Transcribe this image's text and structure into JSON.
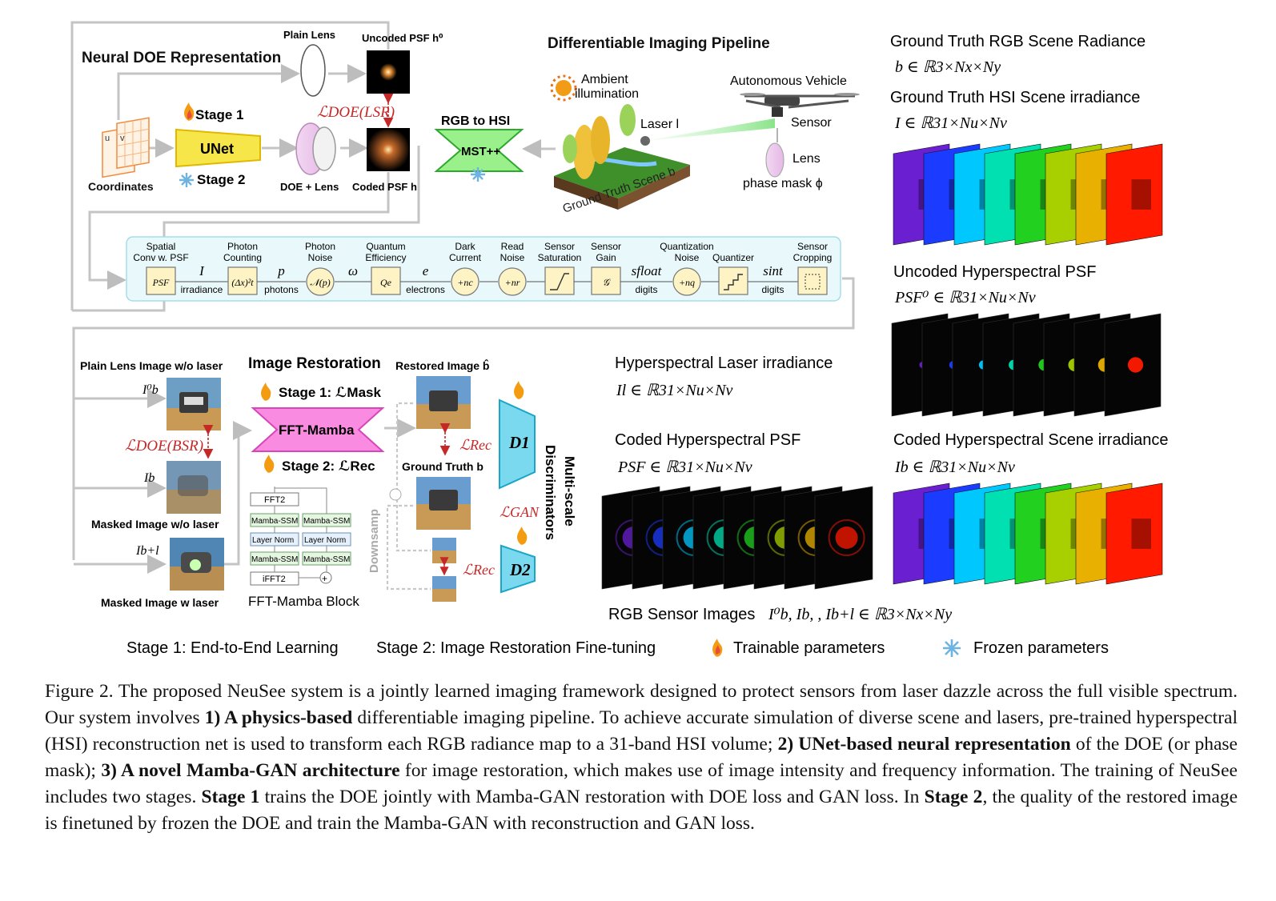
{
  "figure": {
    "neural_doe": {
      "title": "Neural DOE Representation",
      "coordinates": "Coordinates",
      "coord_u": "u",
      "coord_v": "v",
      "plain_lens": "Plain Lens",
      "uncoded_psf": "Uncoded PSF h⁰",
      "stage1": "Stage 1",
      "stage2": "Stage 2",
      "unet": "UNet",
      "doe_lens": "DOE + Lens",
      "coded_psf": "Coded PSF h",
      "loss_doe_lsr": "ℒDOE(LSR)",
      "rgb_to_hsi": "RGB to HSI",
      "mst": "MST++"
    },
    "pipeline": {
      "title": "Differentiable Imaging Pipeline",
      "ambient": "Ambient",
      "illumination": "illumination",
      "laser": "Laser l",
      "ground_truth_scene": "Ground Truth Scene b",
      "autonomous_vehicle": "Autonomous Vehicle",
      "sensor": "Sensor",
      "lens": "Lens",
      "phase_mask": "phase mask ϕ"
    },
    "sensor_chain": {
      "stages": [
        {
          "top1": "Spatial",
          "top2": "Conv w. PSF",
          "box": "PSF"
        },
        {
          "top1": "Photon",
          "top2": "Counting",
          "box": "(Δx)²t"
        },
        {
          "top1": "Photon",
          "top2": "Noise",
          "box": "𝒩(p)"
        },
        {
          "top1": "Quantum",
          "top2": "Efficiency",
          "box": "Qe"
        },
        {
          "top1": "Dark",
          "top2": "Current",
          "box": "+nc"
        },
        {
          "top1": "Read",
          "top2": "Noise",
          "box": "+nr"
        },
        {
          "top1": "Sensor",
          "top2": "Saturation",
          "box": ""
        },
        {
          "top1": "Sensor",
          "top2": "Gain",
          "box": "𝒢"
        },
        {
          "top1": "Quantization",
          "top2": "Noise",
          "box": "+nq"
        },
        {
          "top1": "",
          "top2": "Quantizer",
          "box": ""
        },
        {
          "top1": "Sensor",
          "top2": "Cropping",
          "box": ""
        }
      ],
      "signals": [
        {
          "sym": "I",
          "sub": "irradiance"
        },
        {
          "sym": "p",
          "sub": "photons"
        },
        {
          "sym": "ω",
          "sub": ""
        },
        {
          "sym": "e",
          "sub": "electrons"
        },
        {
          "sym": "",
          "sub": ""
        },
        {
          "sym": "",
          "sub": ""
        },
        {
          "sym": "",
          "sub": ""
        },
        {
          "sym": "sfloat",
          "sub": "digits"
        },
        {
          "sym": "",
          "sub": ""
        },
        {
          "sym": "sint",
          "sub": "digits"
        }
      ]
    },
    "restoration": {
      "title": "Image Restoration",
      "plain_lens_image": "Plain Lens Image w/o laser",
      "ib0": "I⁰b",
      "ib": "Ib",
      "ibl": "Ib+l",
      "masked_wo": "Masked Image w/o laser",
      "masked_w": "Masked Image w laser",
      "loss_doe_bsr": "ℒDOE(BSR)",
      "stage1": "Stage 1: ℒMask",
      "stage2": "Stage 2: ℒRec",
      "fft_mamba": "FFT-Mamba",
      "block_caption": "FFT-Mamba Block",
      "fft2": "FFT2",
      "mamba_ssm": "Mamba-SSM",
      "layer_norm": "Layer Norm",
      "ifft2": "iFFT2",
      "restored": "Restored Image b̂",
      "ground_truth": "Ground Truth b",
      "downsamp": "Downsamp",
      "loss_rec": "ℒRec",
      "loss_gan": "ℒGAN",
      "d1": "D1",
      "d2": "D2",
      "multiscale_1": "Multi-scale",
      "multiscale_2": "Discriminators"
    },
    "right": {
      "gt_rgb_title": "Ground Truth RGB Scene Radiance",
      "gt_rgb_eq": "b ∈ ℝ3×Nx×Ny",
      "gt_hsi_title": "Ground Truth HSI Scene irradiance",
      "gt_hsi_eq": "I ∈ ℝ31×Nu×Nv",
      "uncoded_title": "Uncoded Hyperspectral PSF",
      "uncoded_eq": "PSF⁰ ∈ ℝ31×Nu×Nv",
      "laser_title": "Hyperspectral Laser irradiance",
      "laser_eq": "Il ∈ ℝ31×Nu×Nv",
      "coded_psf_title": "Coded Hyperspectral PSF",
      "coded_psf_eq": "PSF ∈ ℝ31×Nu×Nv",
      "coded_scene_title": "Coded Hyperspectral Scene irradiance",
      "coded_scene_eq": "Ib ∈ ℝ31×Nu×Nv",
      "rgb_sensor": "RGB Sensor Images",
      "rgb_sensor_eq": "I⁰b, Ib, , Ib+l ∈ ℝ3×Nx×Ny",
      "band_colors": [
        "#6a1fd0",
        "#1b3cff",
        "#00c8ff",
        "#00e0b0",
        "#22d020",
        "#a8d000",
        "#e8b000",
        "#ff1a00"
      ]
    },
    "legend": {
      "stage1": "Stage 1: End-to-End Learning",
      "stage2": "Stage 2: Image Restoration Fine-tuning",
      "trainable": "Trainable parameters",
      "frozen": "Frozen parameters"
    }
  },
  "caption": {
    "label": "Figure 2.",
    "s1": " The proposed NeuSee system is a jointly learned imaging framework designed to protect sensors from laser dazzle across the full visible spectrum. Our system involves ",
    "b1": "1) A physics-based",
    "s2": " differentiable imaging pipeline. To achieve accurate simulation of diverse scene and lasers, pre-trained hyperspectral (HSI) reconstruction net is used to transform each RGB radiance map to a 31-band HSI volume; ",
    "b2": "2) UNet-based neural representation",
    "s3": " of the DOE (or phase mask); ",
    "b3": "3) A novel Mamba-GAN architecture",
    "s4": " for image restoration, which makes use of image intensity and frequency information. The training of NeuSee includes two stages. ",
    "b4": "Stage 1",
    "s5": " trains the DOE jointly with Mamba-GAN restoration with DOE loss and GAN loss. In ",
    "b5": "Stage 2",
    "s6": ", the quality of the restored image is finetuned by frozen the DOE and train the Mamba-GAN with reconstruction and GAN loss."
  }
}
